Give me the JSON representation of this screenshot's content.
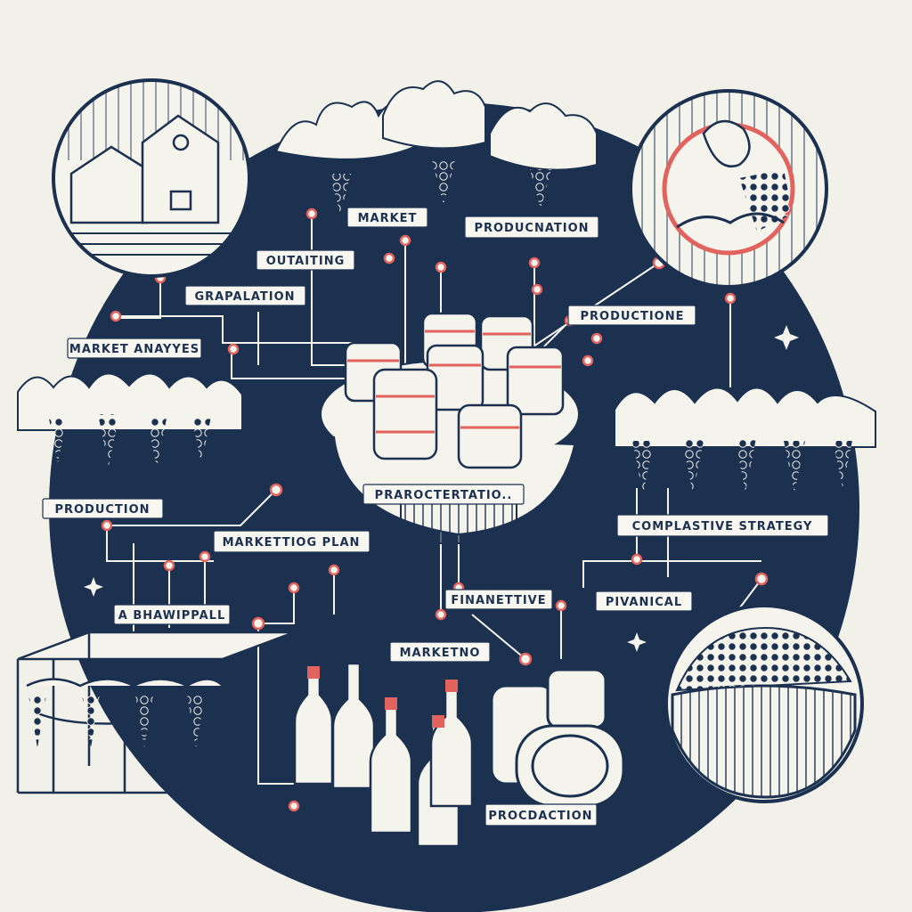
{
  "colors": {
    "background": "#f1f0e9",
    "navy": "#1c3150",
    "accent": "#e2625d",
    "cream": "#f4f3ec",
    "label_fill": "#f7f6f0"
  },
  "icons": {
    "barn": "barn-icon",
    "broken_grape_barrel": "broken-grape-barrel-icon",
    "grape_basket": "grape-basket-icon",
    "vine_trellis": "vine-trellis-icon",
    "bottles": "wine-bottle-icon",
    "barrels": "wine-barrel-icon",
    "sparkle": "sparkle-icon"
  },
  "labels": {
    "market": "MARKET",
    "producation_top": "PRODUCNATION",
    "outaiting": "OUTAITING",
    "grapalation": "GRAPALATION",
    "productions": "PRODUCTIONE",
    "market_analysis": "MARKET ANAYYES",
    "production_left": "PRODUCTION",
    "center_plate": "PRAROCTERTATIO..",
    "complative": "COMPLASTIVE STRATEGY",
    "marketing_plan": "MARKETTIOG PLAN",
    "finanetive": "FINANETTIVE",
    "pivanical": "PIVANICAL",
    "bhawippall": "A BHAWIPPALL",
    "marketno": "MARKETNO",
    "procdaction": "PROCDACTION"
  }
}
